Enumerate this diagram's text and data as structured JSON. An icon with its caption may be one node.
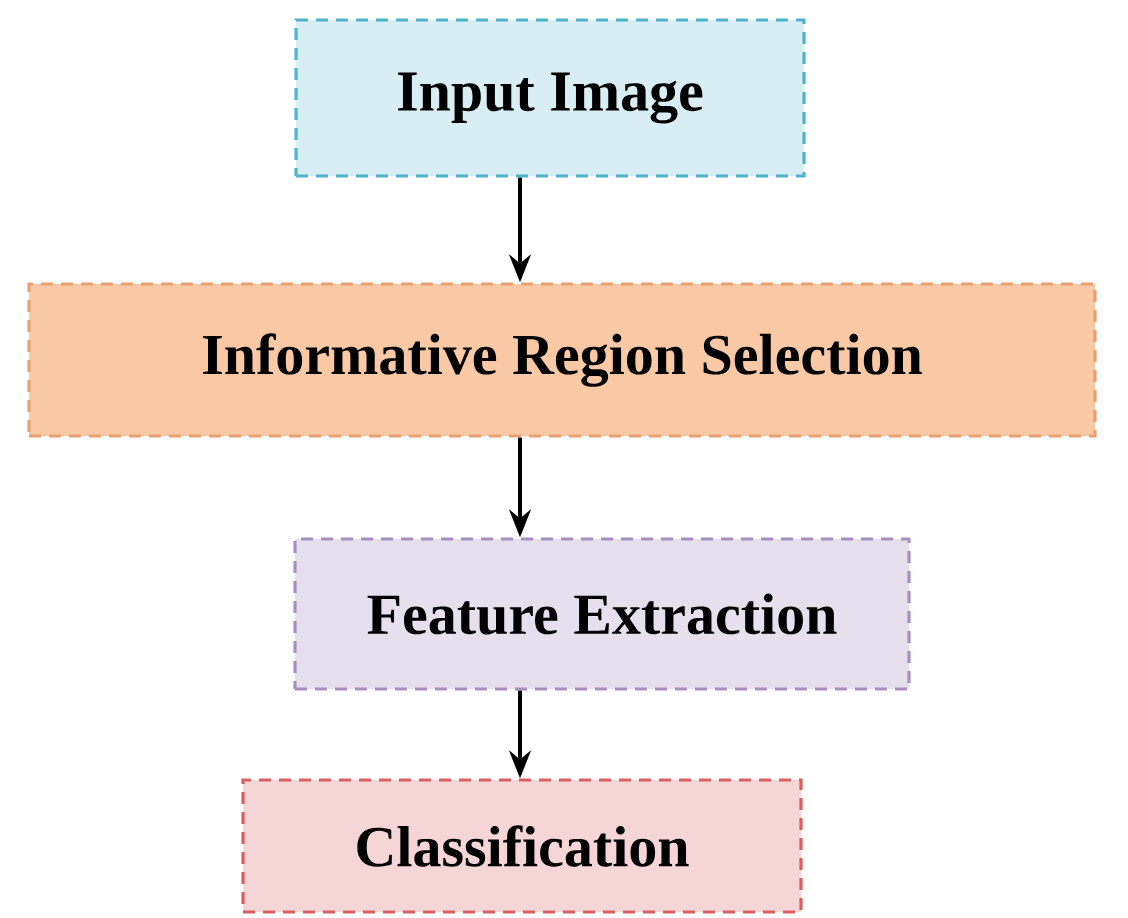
{
  "diagram": {
    "nodes": [
      {
        "text": [
          "Input Image"
        ]
      },
      {
        "text": [
          "Informative Region Selection"
        ]
      },
      {
        "text": [
          "Feature Extraction"
        ]
      },
      {
        "text": [
          "Classification"
        ]
      }
    ],
    "edges": [
      {
        "from": 0,
        "to": 1,
        "arrow": "to"
      },
      {
        "from": 1,
        "to": 2,
        "arrow": "to"
      },
      {
        "from": 2,
        "to": 3,
        "arrow": "to"
      }
    ]
  }
}
